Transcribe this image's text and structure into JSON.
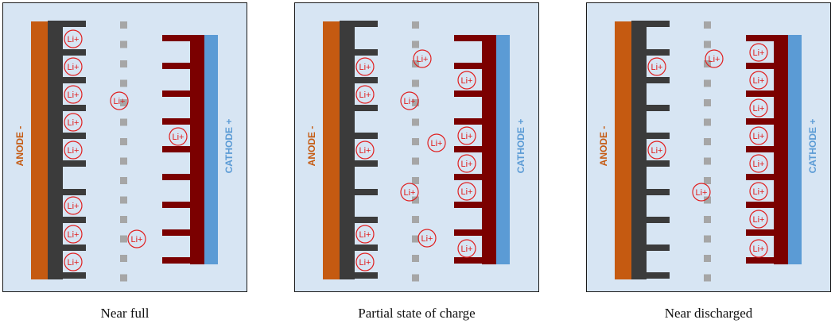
{
  "colors": {
    "panel_bg": "#d7e5f3",
    "anode": "#c55a11",
    "anode_grid": "#3b3b3b",
    "cathode": "#5b9bd5",
    "cathode_grid": "#7b0000",
    "separator": "#a6a6a6",
    "ion": "#e02020"
  },
  "labels": {
    "anode": "ANODE -",
    "cathode": "CATHODE +",
    "ion": "Li+"
  },
  "panels": [
    {
      "caption": "Near full",
      "anode_ions": [
        1,
        2,
        3,
        4,
        5,
        7,
        8,
        9
      ],
      "cathode_ions": [],
      "free_ions": [
        [
          146,
          123
        ],
        [
          220,
          168
        ],
        [
          168,
          297
        ]
      ]
    },
    {
      "caption": "Partial state of charge",
      "anode_ions": [
        2,
        3,
        5,
        8,
        9
      ],
      "cathode_ions": [
        2,
        4,
        5,
        6,
        8
      ],
      "free_ions": [
        [
          160,
          70
        ],
        [
          144,
          123
        ],
        [
          178,
          176
        ],
        [
          144,
          238
        ],
        [
          166,
          296
        ]
      ]
    },
    {
      "caption": "Near discharged",
      "anode_ions": [
        2,
        5
      ],
      "cathode_ions": [
        1,
        2,
        3,
        4,
        5,
        6,
        7,
        8
      ],
      "free_ions": [
        [
          160,
          70
        ],
        [
          144,
          238
        ]
      ]
    }
  ]
}
